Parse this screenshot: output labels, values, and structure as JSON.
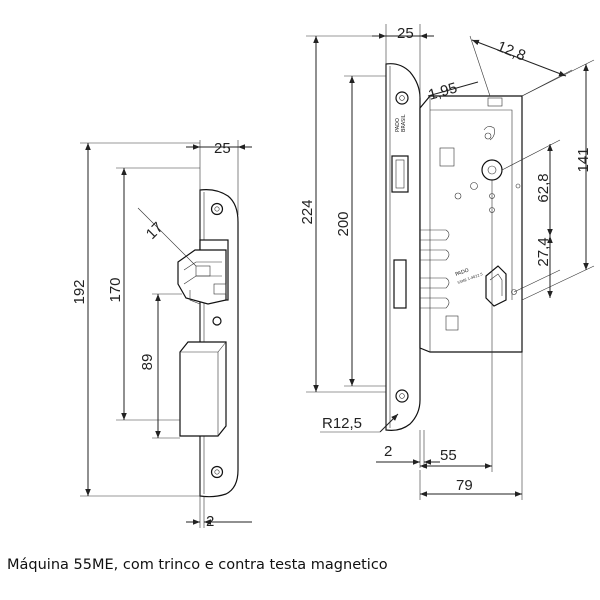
{
  "caption": "Máquina 55ME, com trinco e contra testa magnetico",
  "strike": {
    "dims": {
      "width": "25",
      "height_total": "192",
      "height_inner": "170",
      "height_lower": "89",
      "latch_offset": "17",
      "thickness": "2"
    }
  },
  "lock": {
    "dims": {
      "faceplate_width": "25",
      "depth_top": "12,8",
      "offset_top": "1,95",
      "height_total": "224",
      "height_inner": "200",
      "body_height": "141",
      "cylinder_spacing": "62,8",
      "lower_spacing": "27,4",
      "radius": "R12,5",
      "thickness": "2",
      "backset": "55",
      "body_depth": "79"
    },
    "brand": "PADO",
    "brand_sub": "BRASIL",
    "body_mark": "PADO",
    "body_mark_sub": "55ME 1-4022.5"
  }
}
